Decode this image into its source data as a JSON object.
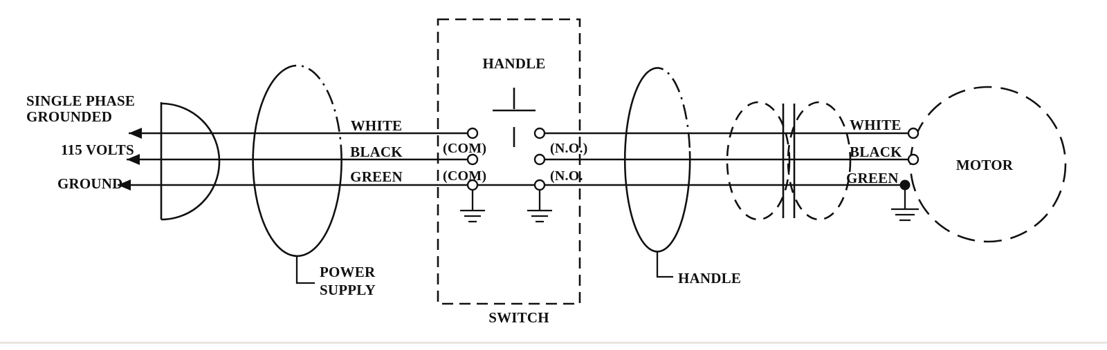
{
  "diagram": {
    "power_source": {
      "line1": "SINGLE PHASE",
      "line2": "GROUNDED",
      "voltage": "115 VOLTS",
      "ground": "GROUND"
    },
    "power_supply": {
      "line1": "POWER",
      "line2": "SUPPLY"
    },
    "left_wires": {
      "white": "WHITE",
      "black": "BLACK",
      "green": "GREEN"
    },
    "switch": {
      "handle": "HANDLE",
      "label": "SWITCH",
      "com_top": "(COM)",
      "com_bottom": "(COM)",
      "no_top": "(N.O.)",
      "no_bottom": "(N.O."
    },
    "cable_handle": {
      "label": "HANDLE"
    },
    "right_wires": {
      "white": "WHITE",
      "black": "BLACK",
      "green": "GREEN"
    },
    "motor": {
      "label": "MOTOR"
    }
  },
  "colors": {
    "line": "#101010",
    "background": "#ffffff"
  }
}
